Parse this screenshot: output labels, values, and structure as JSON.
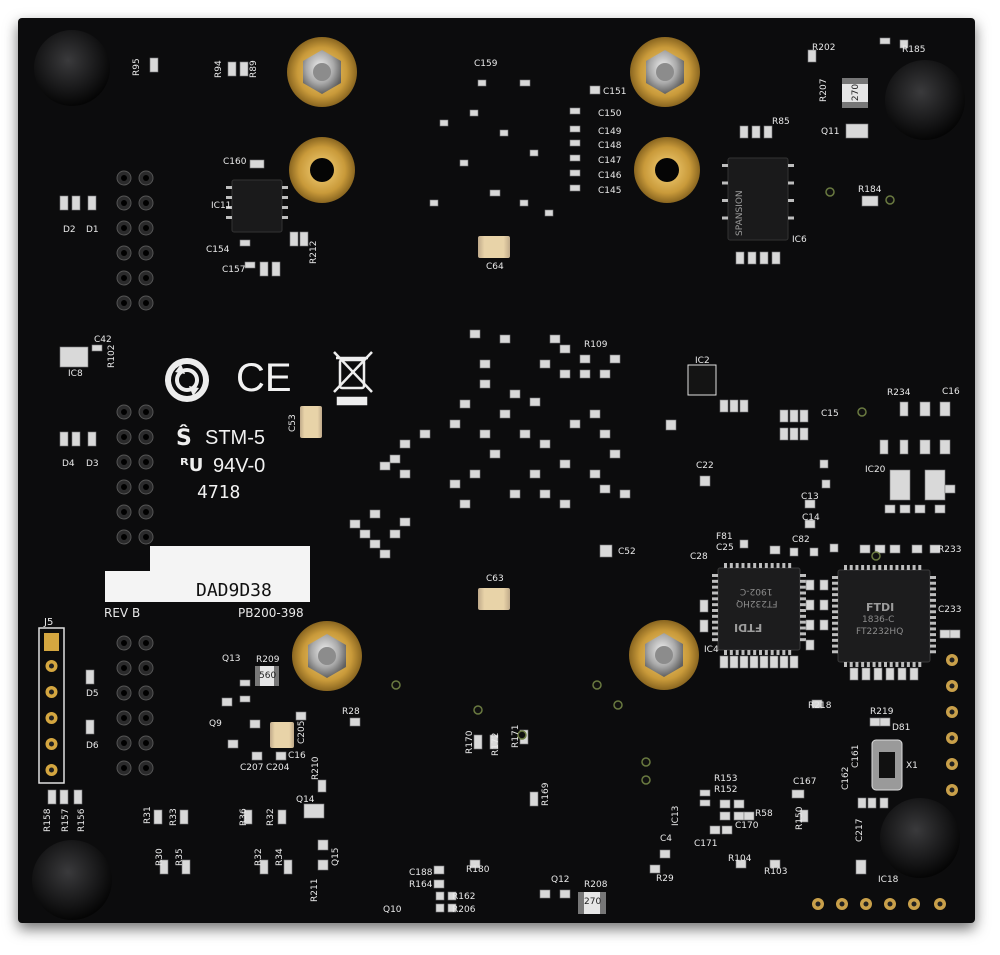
{
  "silkscreen": {
    "rohs": "STM-5",
    "ul": "94V-0",
    "date_code": "4718",
    "rev": "REV B",
    "part_number": "PB200-398",
    "barcode_id": "DAD9D38",
    "ce_mark": "CE",
    "connector_label": "J5",
    "chip_ic6": "SPANSION",
    "chip_ftdi_left": "FTDI",
    "chip_ftdi_right": "FTDI",
    "ftdi_model": "FT232HQ",
    "ftdi_model_2": "FT2232HQ",
    "ftdi_code_left": "1902-C",
    "ftdi_code_right": "1836-C",
    "res_270_top": "270",
    "res_270_bottom": "270",
    "res_560": "560"
  },
  "refs": {
    "c159": "C159",
    "c151": "C151",
    "c150": "C150",
    "c149": "C149",
    "c148": "C148",
    "c147": "C147",
    "c146": "C146",
    "c145": "C145",
    "c160": "C160",
    "c154": "C154",
    "c157": "C157",
    "c64": "C64",
    "c63": "C63",
    "c53": "C53",
    "c42": "C42",
    "ic8": "IC8",
    "ic11": "IC11",
    "ic6": "IC6",
    "ic2": "IC2",
    "ic20": "IC20",
    "ic18": "IC18",
    "ic4": "IC4",
    "ic13": "IC13",
    "q11": "Q11",
    "q13": "Q13",
    "q14": "Q14",
    "q15": "Q15",
    "q10": "Q10",
    "q12": "Q12",
    "q9": "Q9",
    "d2": "D2",
    "d1": "D1",
    "d4": "D4",
    "d3": "D3",
    "d5": "D5",
    "d6": "D6",
    "r95": "R95",
    "r94": "R94",
    "r89": "R89",
    "r202": "R202",
    "r185": "R185",
    "r207": "R207",
    "r184": "R184",
    "r85": "R85",
    "r212": "R212",
    "r102": "R102",
    "r109": "R109",
    "r234": "R234",
    "r233": "R233",
    "r218": "R218",
    "r219": "R219",
    "r209": "R209",
    "r28": "R28",
    "r170": "R170",
    "r172": "R172",
    "r171": "R171",
    "r169": "R169",
    "r153": "R153",
    "r152": "R152",
    "r58": "R58",
    "r150": "R150",
    "r104": "R104",
    "r103": "R103",
    "r29": "R29",
    "r180": "R180",
    "r164": "R164",
    "r162": "R162",
    "r206": "R206",
    "r208": "R208",
    "r211": "R211",
    "r210": "R210",
    "r31": "R31",
    "r33": "R33",
    "r36": "R36",
    "r32": "R32",
    "r30": "R30",
    "r35": "R35",
    "r34": "R34",
    "r158": "R158",
    "r157": "R157",
    "r156": "R156",
    "c22": "C22",
    "c52": "C52",
    "c4": "C4",
    "c167": "C167",
    "c171": "C171",
    "c170": "C170",
    "c188": "C188",
    "c217": "C217",
    "c161": "C161",
    "c162": "C162",
    "c205": "C205",
    "c207": "C207",
    "c204": "C204",
    "c16": "C16",
    "c233": "C233",
    "x1": "X1",
    "d81": "D81",
    "f81": "F81",
    "c28": "C28",
    "c25": "C25",
    "c82": "C82",
    "c15": "C15",
    "c14": "C14",
    "c13": "C13",
    "c16b": "C16"
  }
}
